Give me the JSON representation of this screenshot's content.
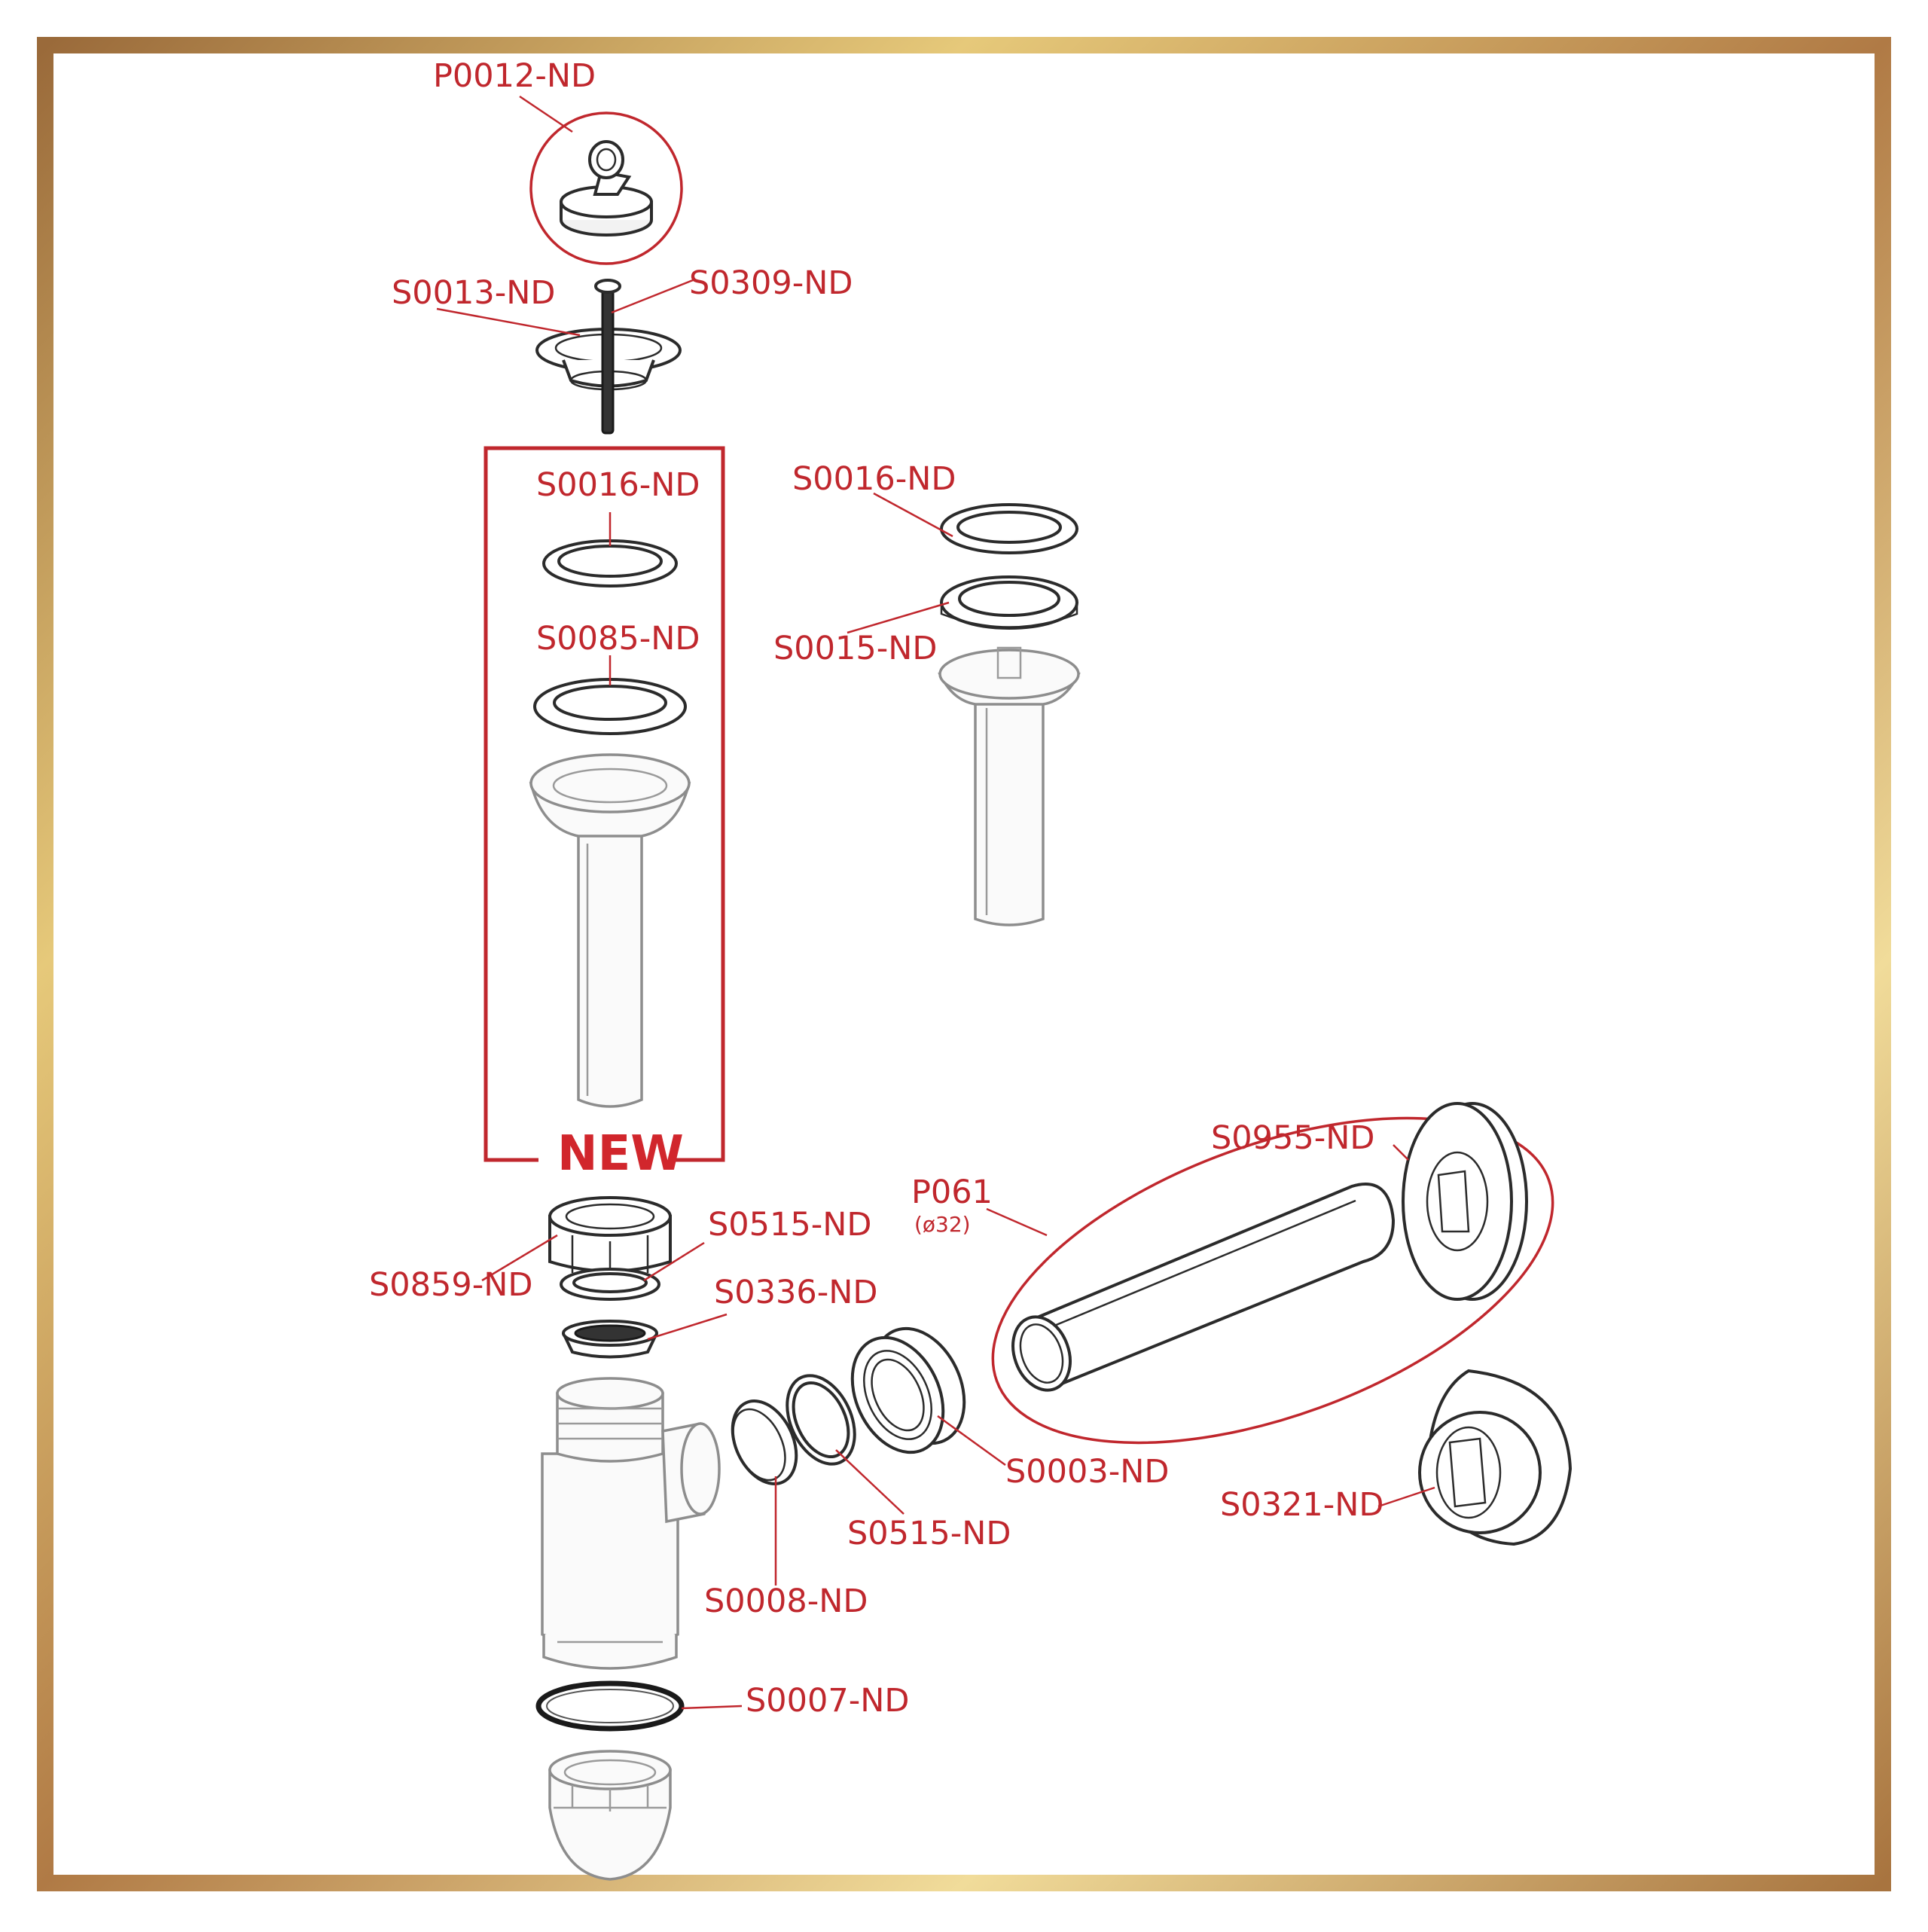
{
  "diagram": {
    "badge": "NEW",
    "colors": {
      "label": "#c0272d",
      "frame_gold": "#c9a24a",
      "frame_bronze": "#9a6a3a"
    },
    "labels": {
      "p0012": "P0012-ND",
      "s0013": "S0013-ND",
      "s0309": "S0309-ND",
      "s0016_new": "S0016-ND",
      "s0085": "S0085-ND",
      "s0016_alt": "S0016-ND",
      "s0015": "S0015-ND",
      "s0859": "S0859-ND",
      "s0515_top": "S0515-ND",
      "s0336": "S0336-ND",
      "s0955": "S0955-ND",
      "p061": "P061",
      "p061_dim": "(ø32)",
      "s0003": "S0003-ND",
      "s0515_side": "S0515-ND",
      "s0321": "S0321-ND",
      "s0008": "S0008-ND",
      "s0007": "S0007-ND"
    }
  }
}
